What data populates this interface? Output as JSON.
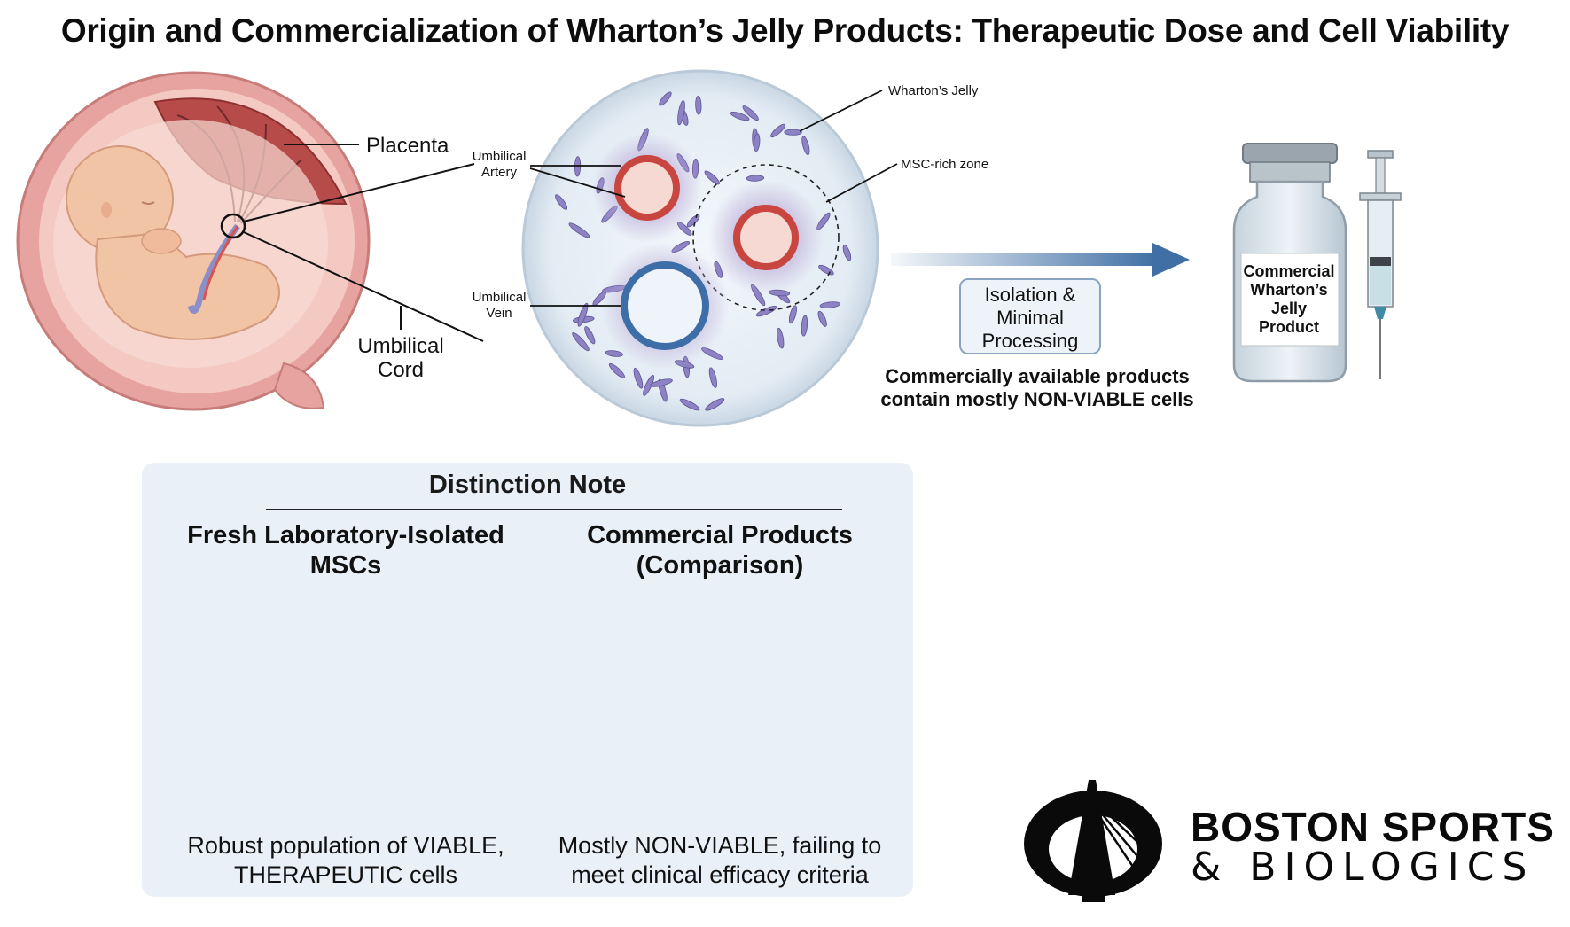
{
  "title": "Origin and Commercialization of Wharton’s Jelly Products: Therapeutic Dose and Cell Viability",
  "uterus": {
    "placenta_label": "Placenta",
    "cord_label_line1": "Umbilical",
    "cord_label_line2": "Cord"
  },
  "cross_section": {
    "artery_label_line1": "Umbilical",
    "artery_label_line2": "Artery",
    "vein_label_line1": "Umbilical",
    "vein_label_line2": "Vein",
    "jelly_label": "Wharton’s Jelly",
    "msc_label": "MSC-rich zone"
  },
  "process": {
    "box_line1": "Isolation &",
    "box_line2": "Minimal",
    "box_line3": "Processing",
    "note_line1": "Commercially available products",
    "note_line2": "contain mostly NON-VIABLE cells"
  },
  "product": {
    "label_line1": "Commercial",
    "label_line2": "Wharton’s",
    "label_line3": "Jelly",
    "label_line4": "Product"
  },
  "distinction": {
    "title": "Distinction Note",
    "fresh": {
      "head_line1": "Fresh Laboratory-Isolated",
      "head_line2": "MSCs",
      "desc_line1": "Robust population of VIABLE,",
      "desc_line2": "THERAPEUTIC cells"
    },
    "commercial": {
      "head_line1": "Commercial Products",
      "head_line2": "(Comparison)",
      "desc_line1": "Mostly NON-VIABLE, failing to",
      "desc_line2": "meet clinical efficacy criteria"
    }
  },
  "brand": {
    "line1": "BOSTON SPORTS",
    "line2": "& BIOLOGICS"
  },
  "colors": {
    "artery": "#c8463f",
    "vein": "#3e6ea8",
    "arrow": "#3f6fa5",
    "viable_green": "#5aa84a",
    "nonviable_gray": "#9a9a9a",
    "panel": "#e9f0f7"
  }
}
